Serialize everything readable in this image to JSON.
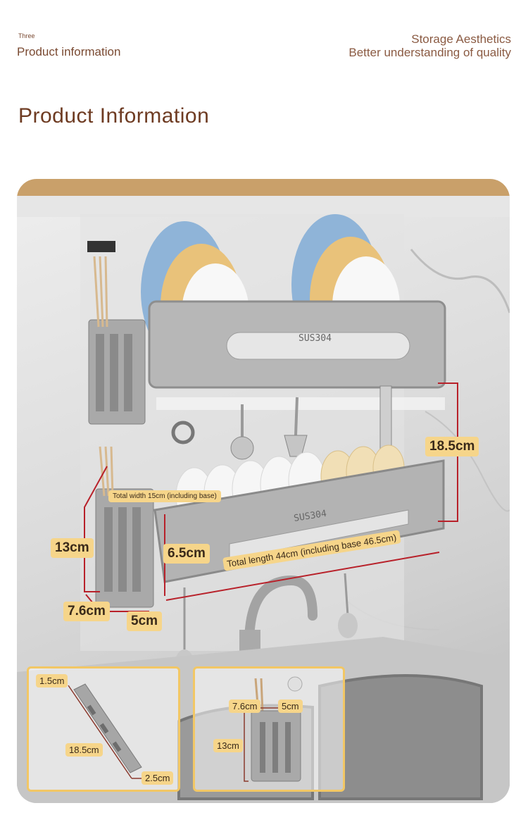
{
  "header": {
    "small_label": "Three",
    "left_title": "Product information",
    "right_line1": "Storage Aesthetics",
    "right_line2": "Better understanding of quality"
  },
  "section_title": "Product Information",
  "product_marks": [
    "SUS304",
    "SUS304"
  ],
  "dimensions": {
    "height_total": "18.5cm",
    "total_width": "Total width 15cm (including base)",
    "holder_height": "13cm",
    "rack_depth": "6.5cm",
    "total_length": "Total length 44cm (including base 46.5cm)",
    "holder_width": "7.6cm",
    "holder_depth": "5cm"
  },
  "inset_left": {
    "top": "1.5cm",
    "length": "18.5cm",
    "bottom": "2.5cm"
  },
  "inset_right": {
    "width": "7.6cm",
    "depth": "5cm",
    "height": "13cm"
  },
  "colors": {
    "header_text": "#7a4a32",
    "label_bg": "#f6d58a",
    "dimension_line": "#b8212a",
    "inset_border": "#f2c765"
  }
}
